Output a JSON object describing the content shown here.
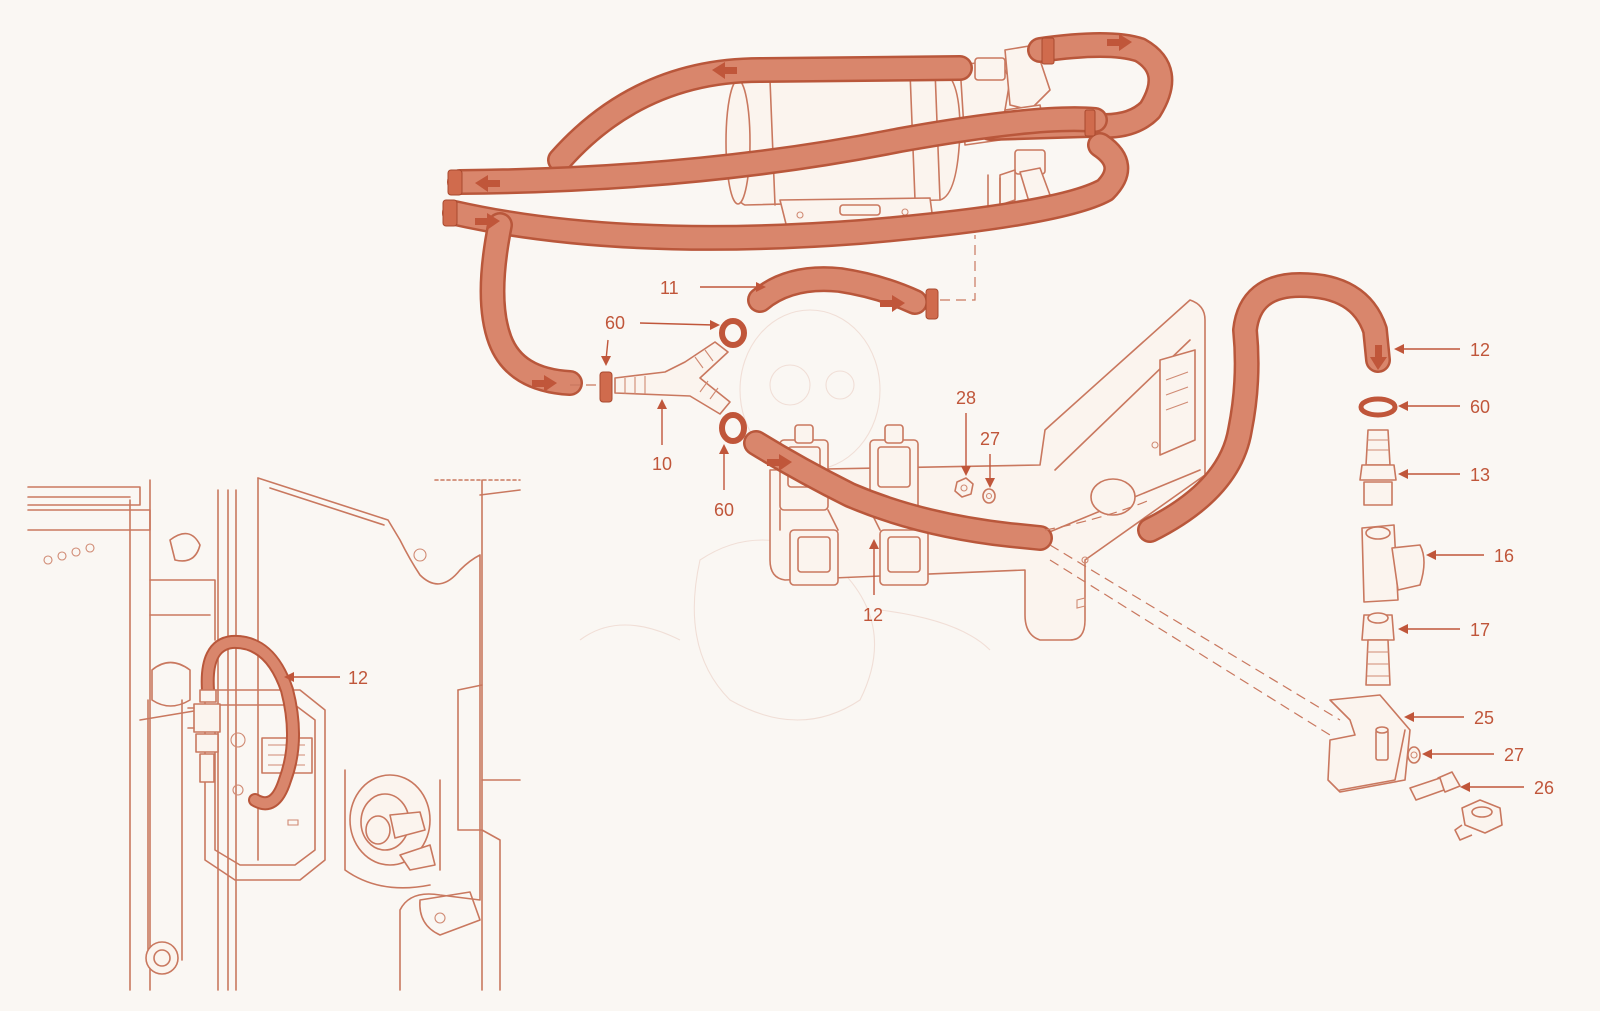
{
  "diagram": {
    "accent_color": "#c0563a",
    "hose_color": "#d9866c",
    "line_color": "#c9785f",
    "callouts": [
      {
        "id": "c11",
        "label": "11"
      },
      {
        "id": "c60a",
        "label": "60"
      },
      {
        "id": "c10",
        "label": "10"
      },
      {
        "id": "c60b",
        "label": "60"
      },
      {
        "id": "c12mid",
        "label": "12"
      },
      {
        "id": "c28",
        "label": "28"
      },
      {
        "id": "c27a",
        "label": "27"
      },
      {
        "id": "c12right",
        "label": "12"
      },
      {
        "id": "c60right",
        "label": "60"
      },
      {
        "id": "c13",
        "label": "13"
      },
      {
        "id": "c16",
        "label": "16"
      },
      {
        "id": "c17",
        "label": "17"
      },
      {
        "id": "c25",
        "label": "25"
      },
      {
        "id": "c27b",
        "label": "27"
      },
      {
        "id": "c26",
        "label": "26"
      },
      {
        "id": "c12inset",
        "label": "12"
      }
    ]
  }
}
